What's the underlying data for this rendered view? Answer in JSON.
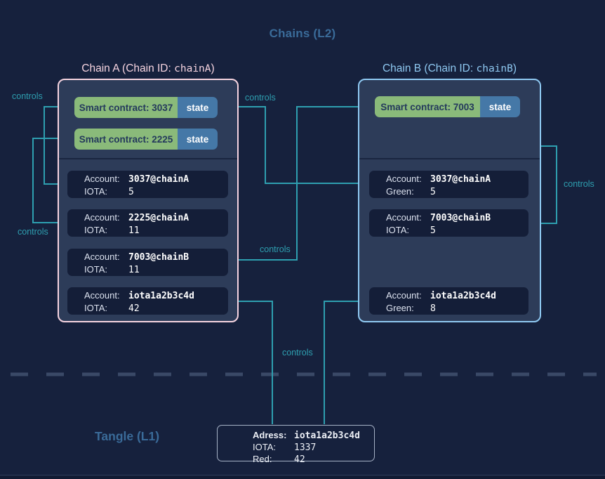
{
  "titles": {
    "chains_l2": "Chains (L2)",
    "tangle_l1": "Tangle (L1)"
  },
  "edge_label": "controls",
  "chain_a": {
    "title": {
      "prefix": "Chain A (Chain ID: ",
      "chain_id": "chainA",
      "suffix": ")"
    },
    "contracts": [
      {
        "label": "Smart contract: 3037",
        "state": "state"
      },
      {
        "label": "Smart contract: 2225",
        "state": "state"
      }
    ],
    "accounts": [
      {
        "account_label": "Account:",
        "account": "3037@chainA",
        "asset_label": "IOTA:",
        "amount": "5"
      },
      {
        "account_label": "Account:",
        "account": "2225@chainA",
        "asset_label": "IOTA:",
        "amount": "11"
      },
      {
        "account_label": "Account:",
        "account": "7003@chainB",
        "asset_label": "IOTA:",
        "amount": "11"
      },
      {
        "account_label": "Account:",
        "account": "iota1a2b3c4d",
        "asset_label": "IOTA:",
        "amount": "42"
      }
    ]
  },
  "chain_b": {
    "title": {
      "prefix": "Chain B (Chain ID: ",
      "chain_id": "chainB",
      "suffix": ")"
    },
    "contracts": [
      {
        "label": "Smart contract: 7003",
        "state": "state"
      }
    ],
    "accounts": [
      {
        "account_label": "Account:",
        "account": "3037@chainA",
        "asset_label": "Green:",
        "amount": "5"
      },
      {
        "account_label": "Account:",
        "account": "7003@chainB",
        "asset_label": "IOTA:",
        "amount": "5"
      },
      {
        "account_label": "Account:",
        "account": "iota1a2b3c4d",
        "asset_label": "Green:",
        "amount": "8"
      }
    ]
  },
  "l1_address": {
    "rows": [
      {
        "label": "Adress:",
        "value": "iota1a2b3c4d"
      },
      {
        "label": "IOTA:",
        "value": "1337"
      },
      {
        "label": "Red:",
        "value": "42"
      }
    ]
  },
  "colors": {
    "background": "#16213D",
    "chain_fill": "#2D3C59",
    "account_fill": "#141E38",
    "chain_a_border": "#F6D4E0",
    "chain_b_border": "#8FC9F2",
    "contract_green": "#8ABA7A",
    "state_blue": "#4578A7",
    "connector_teal": "#2E9FB0",
    "heading_blue": "#3A6B99"
  }
}
